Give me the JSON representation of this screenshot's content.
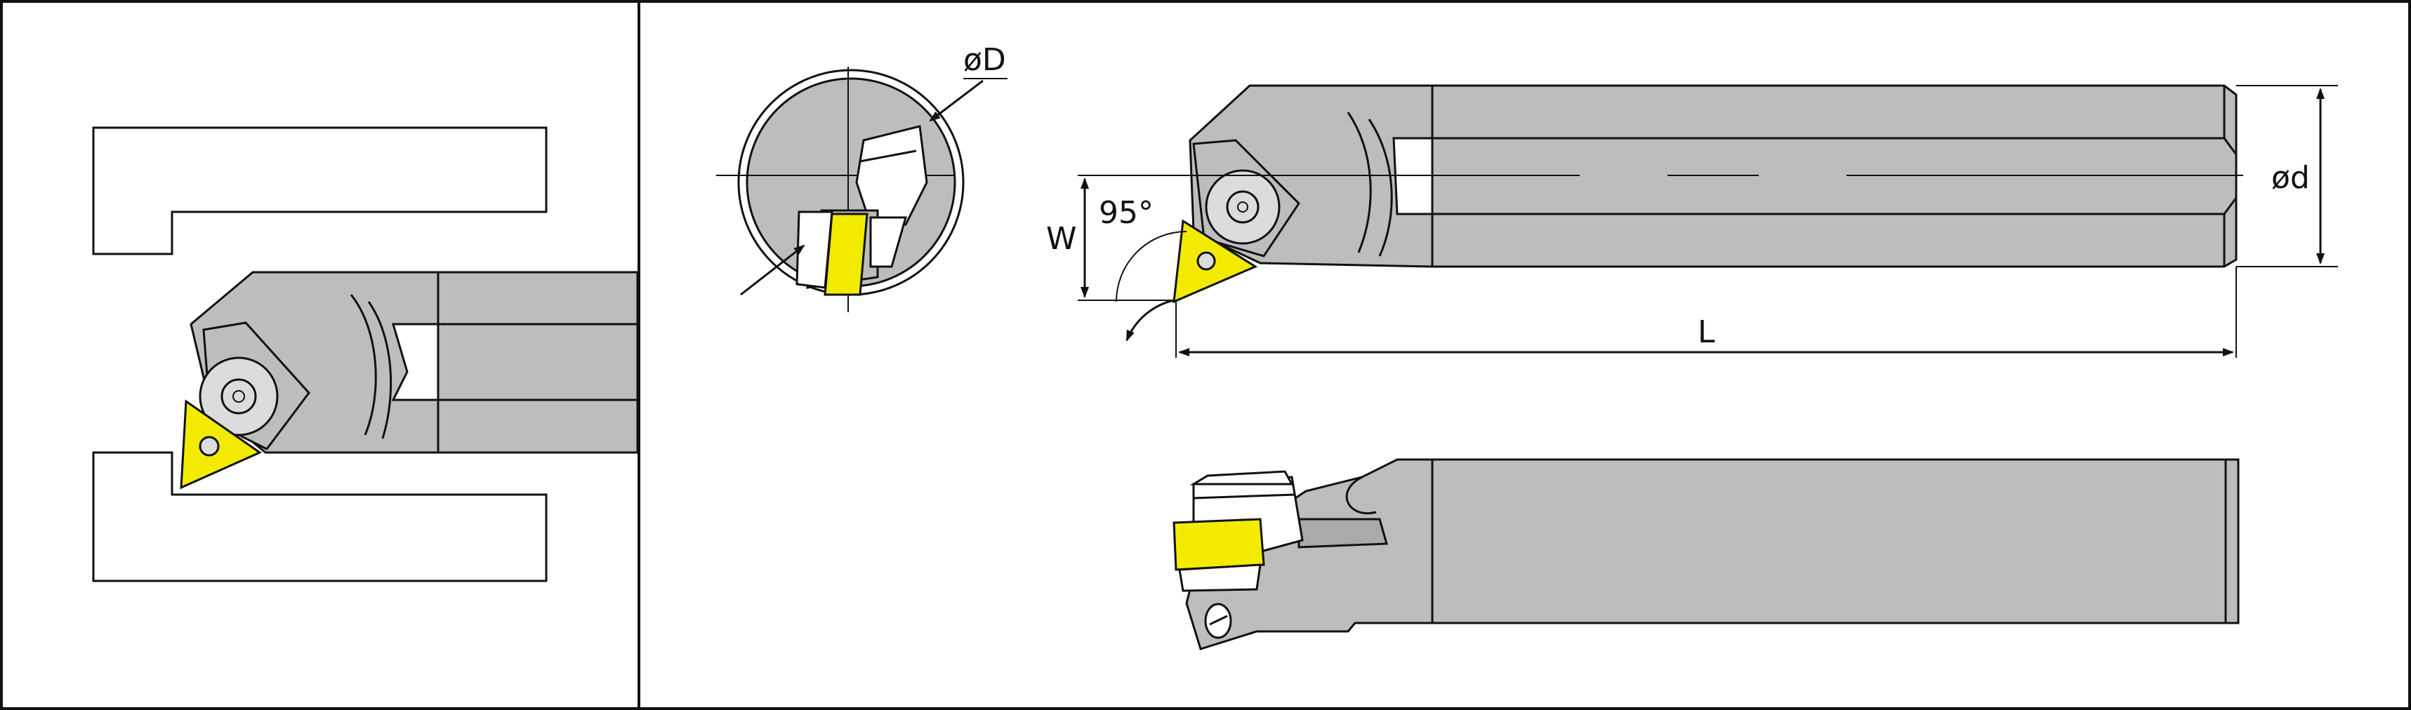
{
  "labels": {
    "bore_diameter": "øD",
    "shank_diameter": "ød",
    "length": "L",
    "width": "W",
    "angle": "95°"
  },
  "colors": {
    "body": "#bdbdbd",
    "insert": "#f2ea00",
    "outline": "#111111",
    "background": "#ffffff"
  }
}
